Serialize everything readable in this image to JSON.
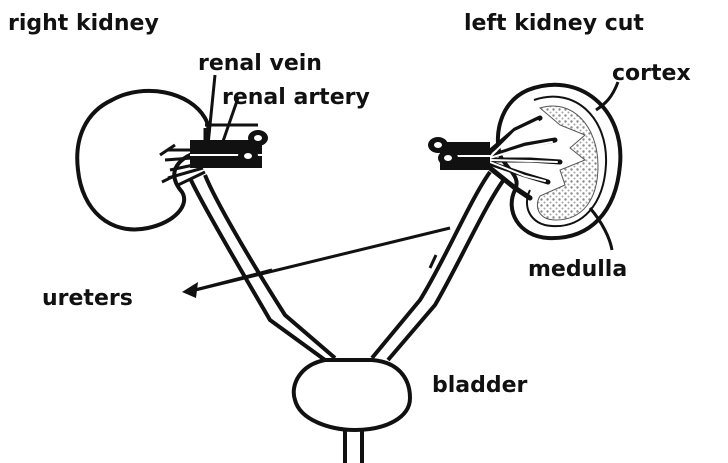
{
  "labels": {
    "right_kidney": "right kidney",
    "left_kidney_cut": "left kidney cut",
    "renal_vein": "renal vein",
    "renal_artery": "renal artery",
    "cortex": "cortex",
    "medulla": "medulla",
    "ureters": "ureters",
    "bladder": "bladder"
  },
  "colors": {
    "ink": "#111111",
    "background": "#ffffff",
    "medulla_stipple": "#9a9a9a"
  }
}
